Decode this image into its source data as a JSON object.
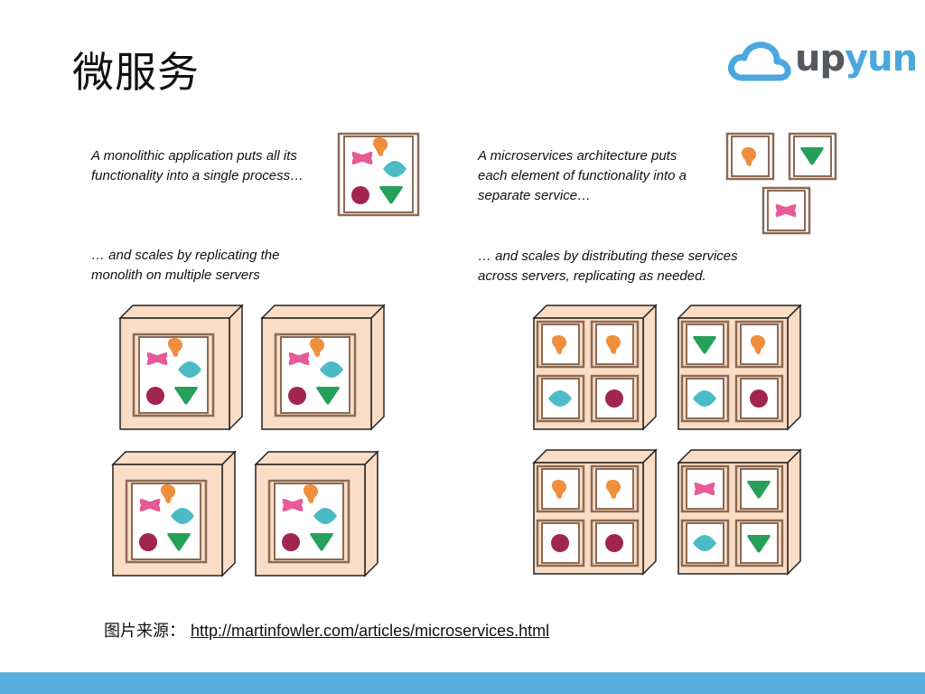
{
  "slide": {
    "title": "微服务"
  },
  "logo": {
    "icon": "cloud-icon",
    "brand_part1": "up",
    "brand_part2": "yun",
    "colors": {
      "cloud": "#4aa8de",
      "up": "#55585c",
      "yun": "#4aa8de"
    }
  },
  "captions": {
    "monolith_line1": "A monolithic application puts all its",
    "monolith_line2": "functionality into a single process…",
    "monolith_scale_line1": "… and scales by replicating the",
    "monolith_scale_line2": "monolith on multiple servers",
    "micro_line1": "A microservices architecture puts",
    "micro_line2": "each element of functionality into a",
    "micro_line3": "separate service…",
    "micro_scale_line1": "… and scales by distributing these services",
    "micro_scale_line2": "across servers, replicating as needed."
  },
  "source": {
    "label": "图片来源：",
    "link": "http://martinfowler.com/articles/microservices.html"
  },
  "colors": {
    "server_fill": "#fbdcc5",
    "server_stroke": "#222222",
    "frame": "#8b6a55",
    "orange": "#ef8e3c",
    "pink": "#e65b97",
    "teal": "#4bbcc6",
    "green": "#25a05a",
    "maroon": "#a2254f",
    "bottom_bar": "#5aaedf"
  }
}
